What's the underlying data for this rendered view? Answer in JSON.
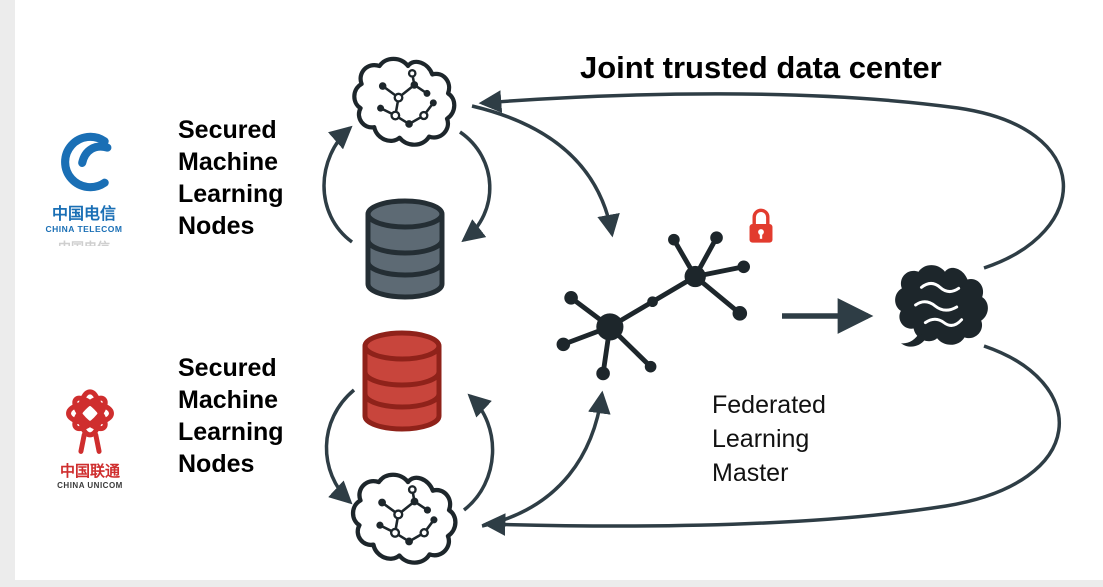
{
  "title": "Joint trusted data center",
  "operators": {
    "telecom": {
      "name_cn": "中国电信",
      "name_en": "CHINA TELECOM",
      "label": [
        "Secured",
        "Machine",
        "Learning",
        "Nodes"
      ]
    },
    "unicom": {
      "name_cn": "中国联通",
      "name_en": "CHINA UNICOM",
      "label": [
        "Secured",
        "Machine",
        "Learning",
        "Nodes"
      ]
    }
  },
  "master": {
    "label": [
      "Federated",
      "Learning",
      "Master"
    ]
  },
  "icons": {
    "brain_circuit_top": "brain-circuit-icon",
    "database_gray": "database-cylinder-icon",
    "brain_circuit_bottom": "brain-circuit-icon",
    "database_red": "database-cylinder-icon",
    "network_master": "network-graph-icon",
    "lock": "padlock-icon",
    "aggregated_model": "brain-solid-icon"
  },
  "colors": {
    "arrow": "#2e3d45",
    "ink": "#1d262b",
    "database_gray": "#5d6a74",
    "database_red": "#c8453c",
    "lock_red": "#e23b2e",
    "telecom_blue": "#1a6fb5",
    "unicom_red": "#cf2e2e"
  }
}
